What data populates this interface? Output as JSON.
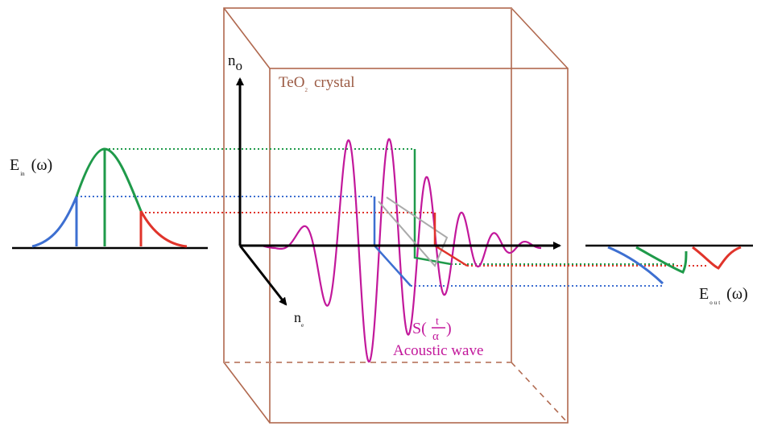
{
  "labels": {
    "crystal_main": "TeO",
    "crystal_sub": "2",
    "crystal_tail": "crystal",
    "axis_no_main": "n",
    "axis_no_sub": "o",
    "axis_ne_main": "n",
    "axis_ne_sub": "e",
    "e_in_main": "E",
    "e_in_sub": "in",
    "e_in_arg": "(ω)",
    "e_out_main": "E",
    "e_out_sub": "out",
    "e_out_arg": "(ω)",
    "wave_fn": "S(",
    "wave_num": "t",
    "wave_den": "α",
    "wave_close": ")",
    "wave_name": "Acoustic wave"
  },
  "colors": {
    "crystal_edge": "#b0684e",
    "axis": "#000000",
    "wave": "#c2189b",
    "blue": "#3d6fd1",
    "green": "#1f9a4a",
    "red": "#e0342b",
    "baseline": "#000000"
  }
}
